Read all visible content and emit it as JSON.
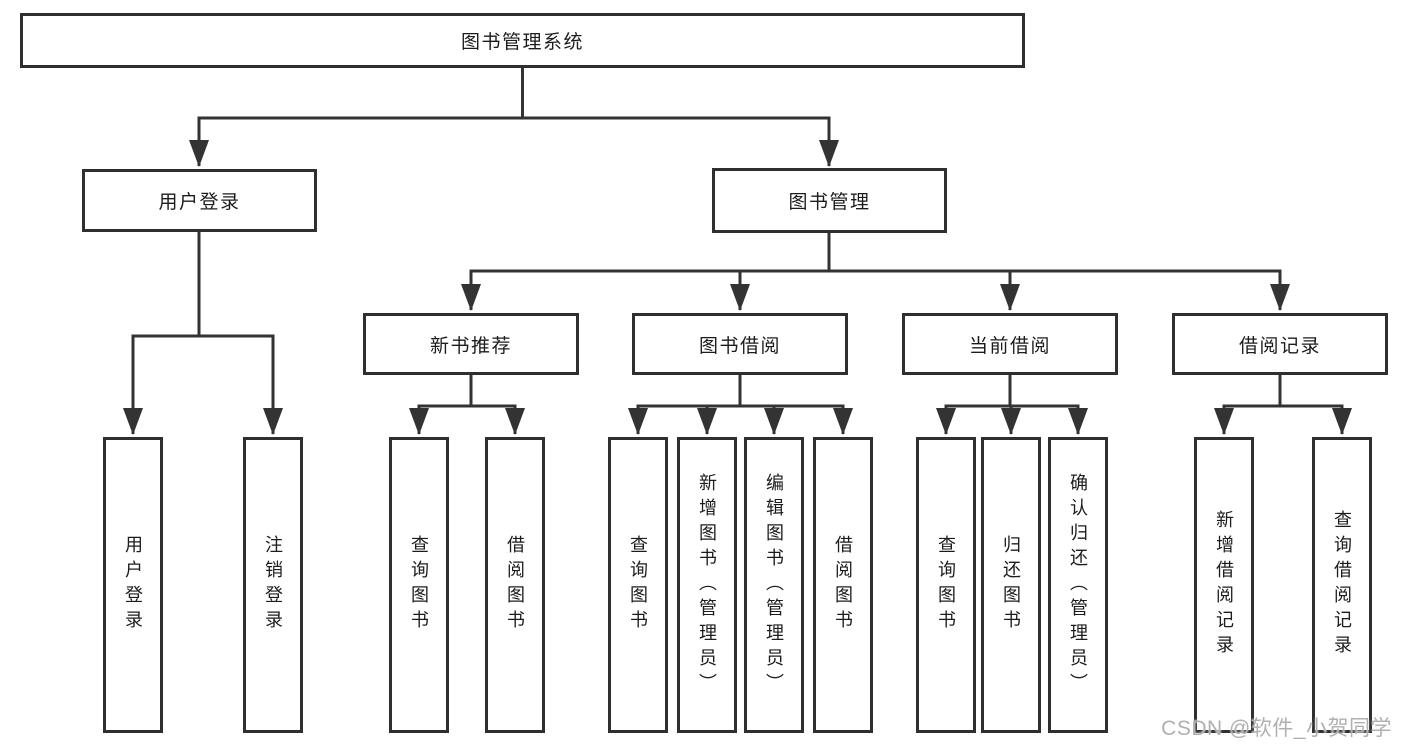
{
  "diagram": {
    "title": "图书管理系统",
    "root": {
      "label": "图书管理系统"
    },
    "level2": [
      {
        "label": "用户登录"
      },
      {
        "label": "图书管理"
      }
    ],
    "level3": [
      {
        "label": "新书推荐"
      },
      {
        "label": "图书借阅"
      },
      {
        "label": "当前借阅"
      },
      {
        "label": "借阅记录"
      }
    ],
    "leaves": [
      {
        "label": "用户登录",
        "parent": "用户登录"
      },
      {
        "label": "注销登录",
        "parent": "用户登录"
      },
      {
        "label": "查询图书",
        "parent": "新书推荐"
      },
      {
        "label": "借阅图书",
        "parent": "新书推荐"
      },
      {
        "label": "查询图书",
        "parent": "图书借阅"
      },
      {
        "label": "新增图书（管理员）",
        "parent": "图书借阅"
      },
      {
        "label": "编辑图书（管理员）",
        "parent": "图书借阅"
      },
      {
        "label": "借阅图书",
        "parent": "图书借阅"
      },
      {
        "label": "查询图书",
        "parent": "当前借阅"
      },
      {
        "label": "归还图书",
        "parent": "当前借阅"
      },
      {
        "label": "确认归还（管理员）",
        "parent": "当前借阅"
      },
      {
        "label": "新增借阅记录",
        "parent": "借阅记录"
      },
      {
        "label": "查询借阅记录",
        "parent": "借阅记录"
      }
    ],
    "watermark": "CSDN @软件_小贺同学",
    "colors": {
      "line": "#333333",
      "border": "#2f2f2f",
      "text": "#1c1c1c",
      "watermark": "#b0b0b0",
      "background": "#ffffff"
    }
  }
}
